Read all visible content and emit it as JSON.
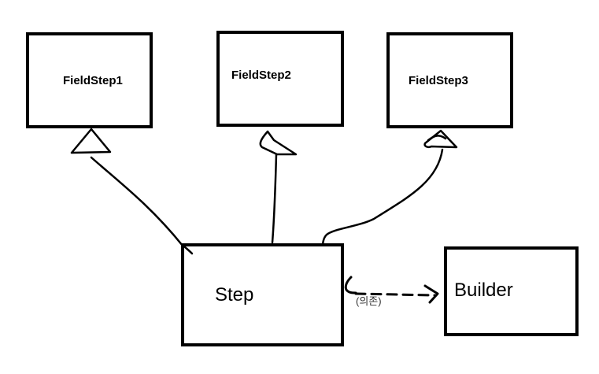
{
  "boxes": {
    "fieldstep1": "FieldStep1",
    "fieldstep2": "FieldStep2",
    "fieldstep3": "FieldStep3",
    "step": "Step",
    "builder": "Builder"
  },
  "dependency_label": "(의존)"
}
